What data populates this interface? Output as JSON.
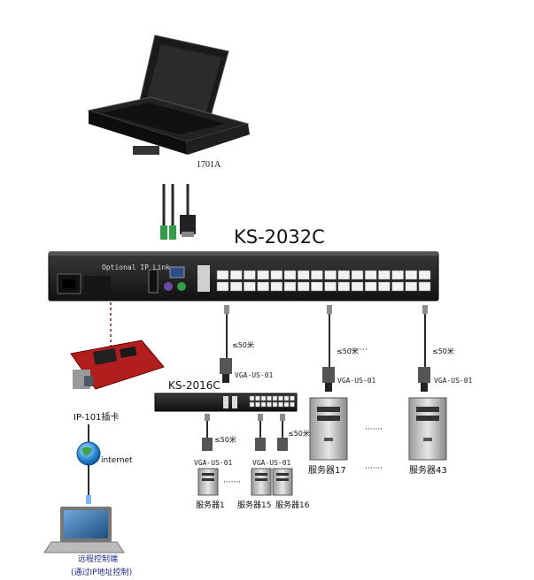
{
  "console": {
    "model": "1701A"
  },
  "main_switch": {
    "model": "KS-2032C",
    "panel_label": "Optional IP Link"
  },
  "sub_switch": {
    "model": "KS-2016C"
  },
  "ip_card": {
    "label": "IP-101插卡"
  },
  "network": {
    "label": "internet"
  },
  "remote": {
    "label": "远程控制端",
    "sublabel": "(通过IP地址控制)"
  },
  "cable_spec": "≤50米",
  "adapter_label": "VGA-US-01",
  "dots": "·······",
  "servers": {
    "main": [
      "服务器17",
      "服务器43"
    ],
    "sub": [
      "服务器1",
      "服务器15",
      "服务器16"
    ]
  }
}
